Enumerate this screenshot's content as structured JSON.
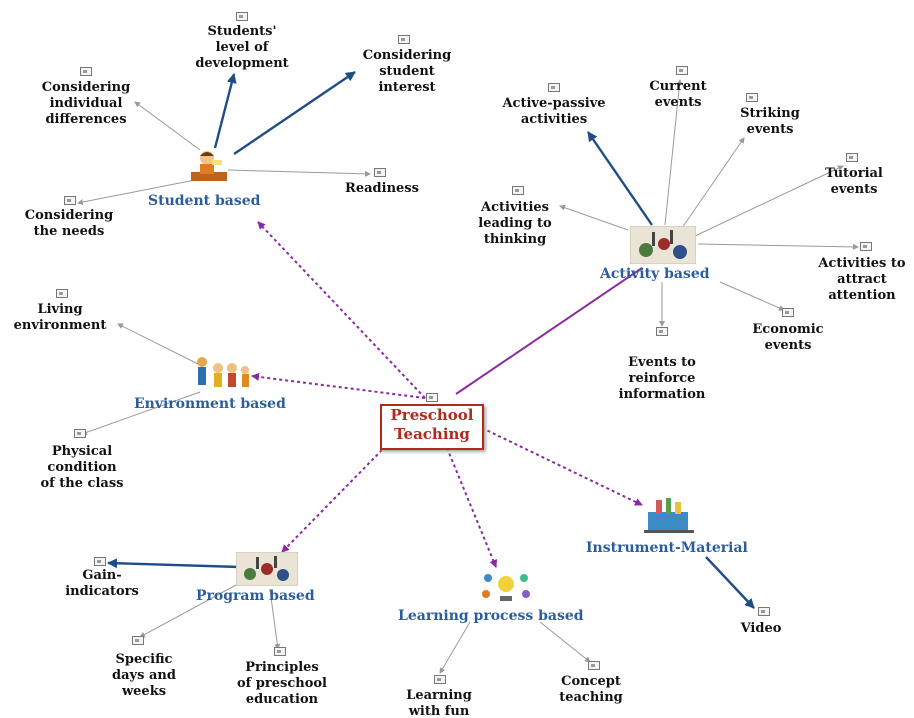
{
  "center": {
    "line1": "Preschool",
    "line2": "Teaching"
  },
  "colors": {
    "category_text": "#2a5d9c",
    "center_border": "#b02a1e",
    "dotted_link": "#8a2aa0",
    "solid_link": "#1e4e85",
    "thin_link": "#9a9a9a"
  },
  "categories": {
    "student": "Student based",
    "activity": "Activity based",
    "environment": "Environment based",
    "instrument": "Instrument-Material",
    "program": "Program based",
    "learning": "Learning process based"
  },
  "student_items": {
    "level": [
      "Students'",
      "level of",
      "development"
    ],
    "interest": [
      "Considering",
      "student",
      "interest"
    ],
    "individual": [
      "Considering",
      "individual",
      "differences"
    ],
    "readiness": [
      "Readiness"
    ],
    "needs": [
      "Considering",
      "the needs"
    ]
  },
  "activity_items": {
    "active_passive": [
      "Active-passive",
      "activities"
    ],
    "current": [
      "Current",
      "events"
    ],
    "striking": [
      "Striking",
      "events"
    ],
    "tutorial": [
      "Tutorial",
      "events"
    ],
    "thinking": [
      "Activities",
      "leading to",
      "thinking"
    ],
    "attract": [
      "Activities to",
      "attract",
      "attention"
    ],
    "economic": [
      "Economic",
      "events"
    ],
    "reinforce": [
      "Events to",
      "reinforce",
      "information"
    ]
  },
  "environment_items": {
    "living": [
      "Living",
      "environment"
    ],
    "physical": [
      "Physical",
      "condition",
      "of the class"
    ]
  },
  "instrument_items": {
    "video": [
      "Video"
    ]
  },
  "program_items": {
    "gain": [
      "Gain-",
      "indicators"
    ],
    "specific": [
      "Specific",
      "days and",
      "weeks"
    ],
    "principles": [
      "Principles",
      "of preschool",
      "education"
    ]
  },
  "learning_items": {
    "fun": [
      "Learning",
      "with fun"
    ],
    "concept": [
      "Concept",
      "teaching"
    ]
  },
  "icons": [
    "child-at-desk-icon",
    "activity-gears-icon",
    "children-group-icon",
    "tools-box-icon",
    "program-gears-icon",
    "learning-bulb-icon",
    "note-icon"
  ]
}
